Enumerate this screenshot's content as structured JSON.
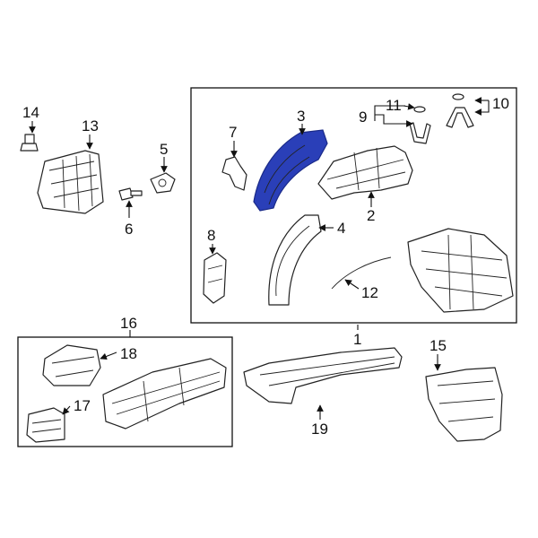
{
  "diagram": {
    "highlight_color": "#2a3fb8",
    "highlighted_part": "3",
    "callouts": {
      "c1": "1",
      "c2": "2",
      "c3": "3",
      "c4": "4",
      "c5": "5",
      "c6": "6",
      "c7": "7",
      "c8": "8",
      "c9": "9",
      "c10": "10",
      "c11": "11",
      "c12": "12",
      "c13": "13",
      "c14": "14",
      "c15": "15",
      "c16": "16",
      "c17": "17",
      "c18": "18",
      "c19": "19"
    }
  }
}
